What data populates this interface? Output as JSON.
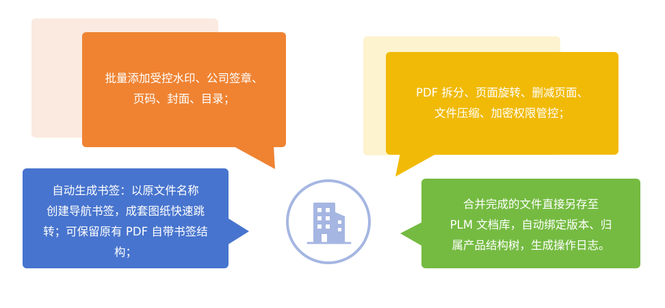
{
  "colors": {
    "orange": "#EF8332",
    "orange_shadow": "#FBEAE0",
    "yellow": "#F1BA07",
    "yellow_shadow": "#FDF3CF",
    "blue": "#4774CE",
    "green": "#75BB42",
    "icon_ring": "#A5B6E2",
    "icon_fill": "#A5B6E2"
  },
  "bubbles": {
    "orange": {
      "text": "批量添加受控水印、公司签章、\n页码、封面、目录；"
    },
    "yellow": {
      "text": "PDF 拆分、页面旋转、删减页面、\n文件压缩、加密权限管控；"
    },
    "blue": {
      "text": "  自动生成书签：以原文件名称\n创建导航书签，成套图纸快速跳\n转；可保留原有 PDF 自带书签结\n构；"
    },
    "green": {
      "text": "  合并完成的文件直接另存至\nPLM 文档库，自动绑定版本、归\n属产品结构树，生成操作日志。"
    }
  },
  "center": {
    "icon": "building-icon"
  }
}
